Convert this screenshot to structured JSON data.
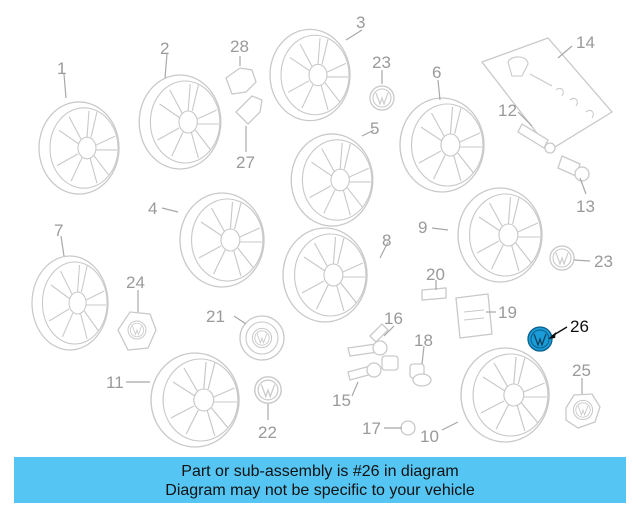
{
  "diagram": {
    "callouts": [
      {
        "id": "c1",
        "label": "1"
      },
      {
        "id": "c2",
        "label": "2"
      },
      {
        "id": "c3",
        "label": "3"
      },
      {
        "id": "c4",
        "label": "4"
      },
      {
        "id": "c5",
        "label": "5"
      },
      {
        "id": "c6",
        "label": "6"
      },
      {
        "id": "c7",
        "label": "7"
      },
      {
        "id": "c8",
        "label": "8"
      },
      {
        "id": "c9",
        "label": "9"
      },
      {
        "id": "c10",
        "label": "10"
      },
      {
        "id": "c11",
        "label": "11"
      },
      {
        "id": "c12",
        "label": "12"
      },
      {
        "id": "c13",
        "label": "13"
      },
      {
        "id": "c14",
        "label": "14"
      },
      {
        "id": "c15",
        "label": "15"
      },
      {
        "id": "c16",
        "label": "16"
      },
      {
        "id": "c17",
        "label": "17"
      },
      {
        "id": "c18",
        "label": "18"
      },
      {
        "id": "c19",
        "label": "19"
      },
      {
        "id": "c20",
        "label": "20"
      },
      {
        "id": "c21",
        "label": "21"
      },
      {
        "id": "c22",
        "label": "22"
      },
      {
        "id": "c23a",
        "label": "23"
      },
      {
        "id": "c23b",
        "label": "23"
      },
      {
        "id": "c24",
        "label": "24"
      },
      {
        "id": "c25",
        "label": "25"
      },
      {
        "id": "c26",
        "label": "26"
      },
      {
        "id": "c27",
        "label": "27"
      },
      {
        "id": "c28",
        "label": "28"
      }
    ],
    "highlight_color": "#1a9cd8",
    "highlighted_part": "26"
  },
  "banner": {
    "line1": "Part or sub-assembly is #26 in diagram",
    "line2": "Diagram may not be specific to your vehicle",
    "color": "#55c5f3"
  }
}
